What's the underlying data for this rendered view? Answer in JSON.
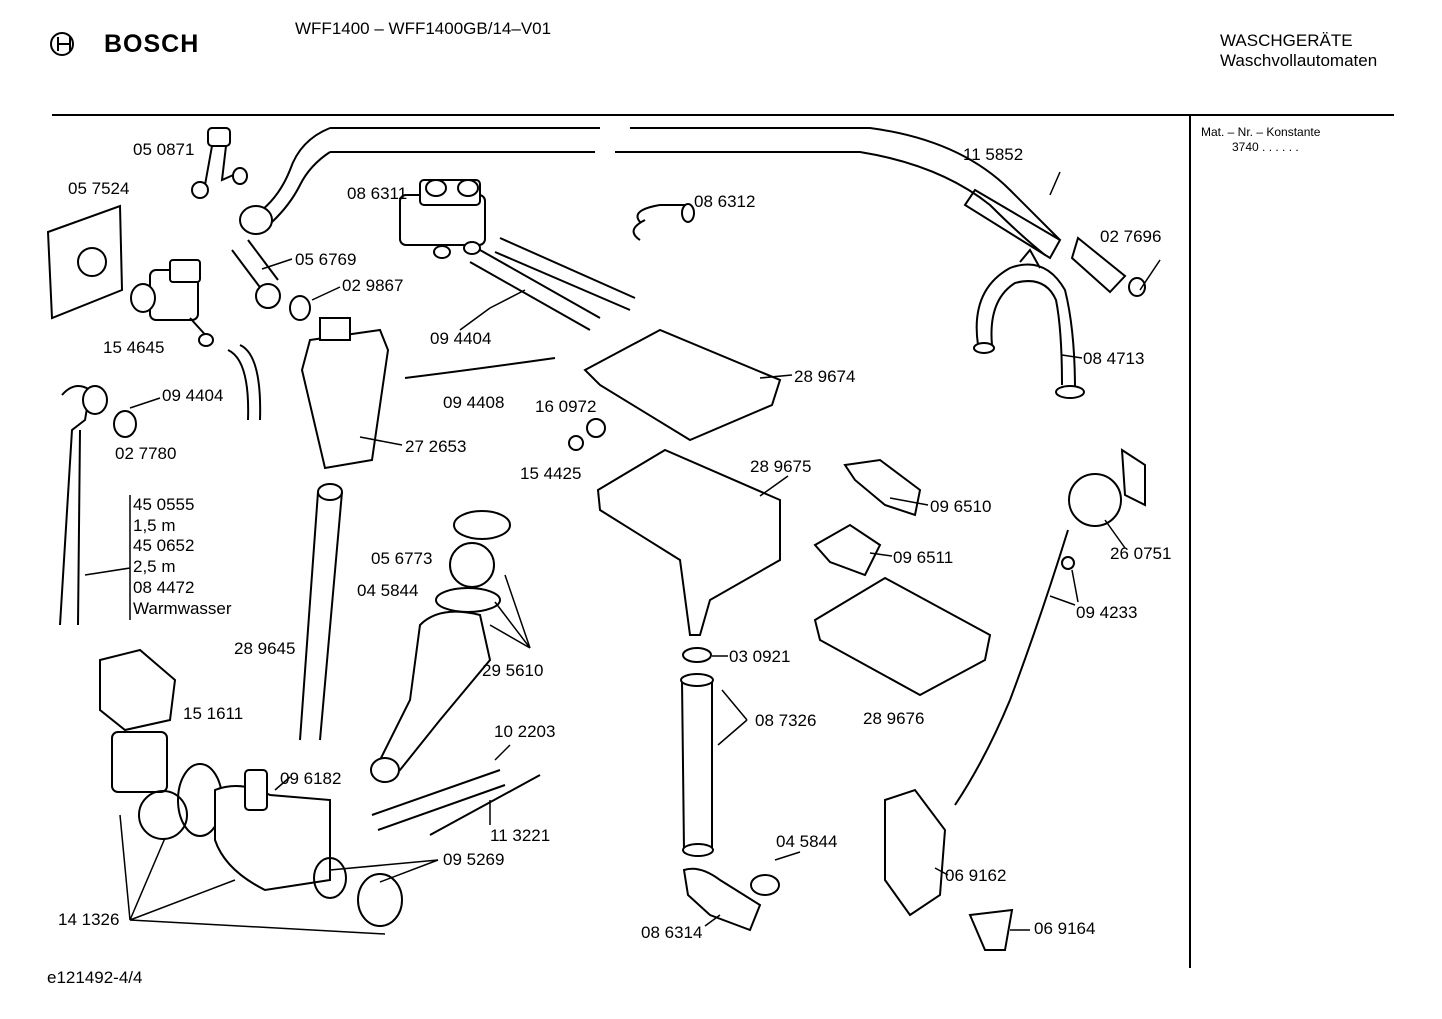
{
  "header": {
    "brand": "BOSCH",
    "model": "WFF1400 – WFF1400GB/14–V01",
    "category_line1": "WASCHGERÄTE",
    "category_line2": "Waschvollautomaten"
  },
  "sidebar": {
    "mat_label": "Mat. – Nr. – Konstante",
    "mat_value": "3740  .  .    .  .  .  ."
  },
  "footer": {
    "doc_id": "e121492-4/4"
  },
  "labels": {
    "p050871": "05 0871",
    "p057524": "05 7524",
    "p086311": "08 6311",
    "p086312": "08 6312",
    "p115852": "11 5852",
    "p027696": "02 7696",
    "p056769": "05 6769",
    "p029867": "02 9867",
    "p154645": "15 4645",
    "p094404a": "09 4404",
    "p094404b": "09 4404",
    "p094408": "09 4408",
    "p160972": "16 0972",
    "p289674": "28 9674",
    "p084713": "08 4713",
    "p027780": "02 7780",
    "p272653": "27 2653",
    "p154425": "15 4425",
    "p289675": "28 9675",
    "p096510": "09 6510",
    "p260751": "26 0751",
    "hose_block": [
      "45 0555",
      "1,5 m",
      "45 0652",
      "2,5 m",
      "08 4472",
      "Warmwasser"
    ],
    "p056773": "05 6773",
    "p045844a": "04 5844",
    "p096511": "09 6511",
    "p094233": "09 4233",
    "p289645": "28 9645",
    "p295610": "29 5610",
    "p030921": "03 0921",
    "p289676": "28 9676",
    "p151611": "15 1611",
    "p087326": "08 7326",
    "p102203": "10 2203",
    "p096182": "09 6182",
    "p113221": "11 3221",
    "p045844b": "04 5844",
    "p095269": "09 5269",
    "p069162": "06 9162",
    "p141326": "14 1326",
    "p086314": "08 6314",
    "p069164": "06 9164"
  }
}
